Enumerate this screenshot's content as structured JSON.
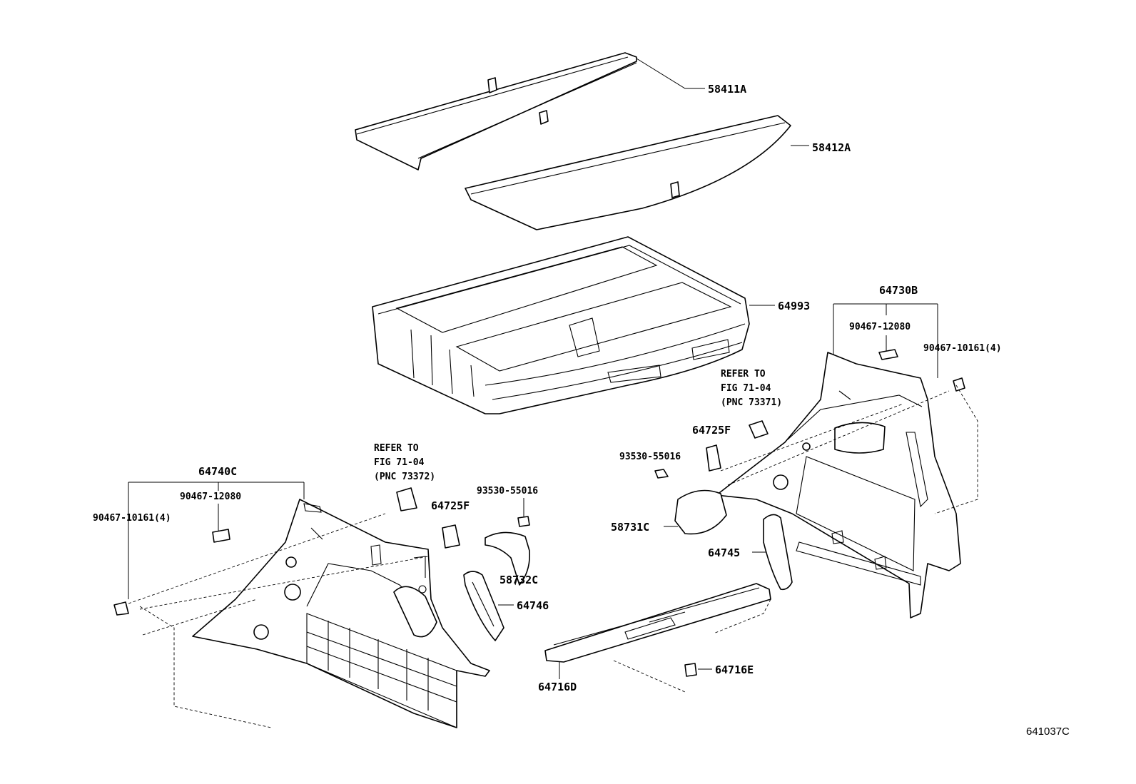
{
  "diagram": {
    "figure_id": "641037C",
    "labels": {
      "p58411A": "58411A",
      "p58412A": "58412A",
      "p64993": "64993",
      "p64730B": "64730B",
      "p90467_12080_r": "90467-12080",
      "p90467_10161_r": "90467-10161(4)",
      "refer_r_1": "REFER TO",
      "refer_r_2": "FIG 71-04",
      "refer_r_3": "(PNC 73371)",
      "p64725F_r": "64725F",
      "p93530_r": "93530-55016",
      "p58731C": "58731C",
      "p64745": "64745",
      "p64716E": "64716E",
      "p64716D": "64716D",
      "p64740C": "64740C",
      "p90467_12080_l": "90467-12080",
      "p90467_10161_l": "90467-10161(4)",
      "refer_l_1": "REFER TO",
      "refer_l_2": "FIG 71-04",
      "refer_l_3": "(PNC 73372)",
      "p93530_l": "93530-55016",
      "p64725F_l": "64725F",
      "p58732C": "58732C",
      "p64746": "64746"
    }
  }
}
